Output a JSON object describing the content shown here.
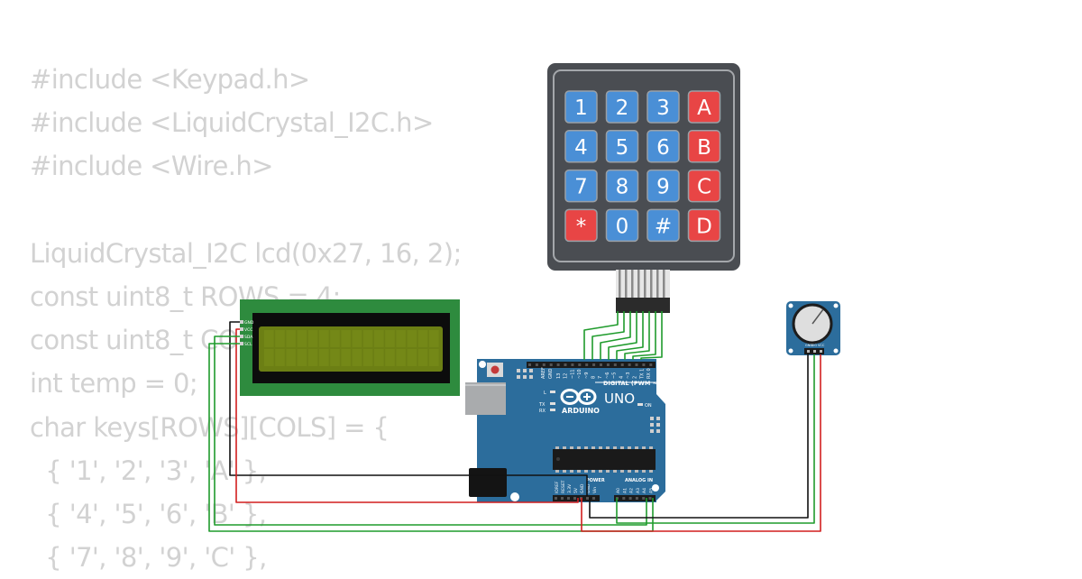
{
  "code_lines": [
    "#include <Keypad.h>",
    "#include <LiquidCrystal_I2C.h>",
    "#include <Wire.h>",
    "",
    "LiquidCrystal_I2C lcd(0x27, 16, 2);",
    "const uint8_t ROWS = 4;",
    "const uint8_t COLS = 4;",
    "int temp = 0;",
    "char keys[ROWS][COLS] = {",
    "  { '1', '2', '3', 'A' },",
    "  { '4', '5', '6', 'B' },",
    "  { '7', '8', '9', 'C' },"
  ],
  "keypad": {
    "rows": [
      [
        "1",
        "2",
        "3",
        "A"
      ],
      [
        "4",
        "5",
        "6",
        "B"
      ],
      [
        "7",
        "8",
        "9",
        "C"
      ],
      [
        "*",
        "0",
        "#",
        "D"
      ]
    ]
  },
  "lcd": {
    "pins": [
      "GND",
      "VCC",
      "SDA",
      "SCL"
    ]
  },
  "arduino": {
    "brand": "ARDUINO",
    "model": "UNO",
    "digital_label": "DIGITAL (PWM ~)",
    "analog_label": "ANALOG IN",
    "power_label": "POWER",
    "on_label": "ON",
    "tx_label": "TX",
    "rx_label": "RX",
    "l_label": "L",
    "aref_label": "AREF",
    "gnd_label": "GND",
    "digital_pins": [
      "13",
      "12",
      "~11",
      "~10",
      "~9",
      "8",
      "7",
      "~6",
      "~5",
      "4",
      "~3",
      "2",
      "TX 1",
      "RX 0"
    ],
    "analog_pins": [
      "A0",
      "A1",
      "A2",
      "A3",
      "A4",
      "A5"
    ],
    "power_pins": [
      "IOREF",
      "RESET",
      "3.3V",
      "5V",
      "GND",
      "GND",
      "Vin"
    ]
  },
  "potentiometer": {
    "pins": [
      "GND",
      "SIG",
      "VCC"
    ]
  },
  "colors": {
    "code_text": "#d2d2d2",
    "key_blue": "#4a8fd6",
    "key_red": "#e84545",
    "keypad_body": "#4a4d52",
    "lcd_pcb": "#2e8b3e",
    "lcd_screen": "#6c7f14",
    "arduino_board": "#2c6d9c",
    "wire_green": "#1f9b2c",
    "wire_red": "#d21f1f",
    "wire_black": "#111111"
  }
}
